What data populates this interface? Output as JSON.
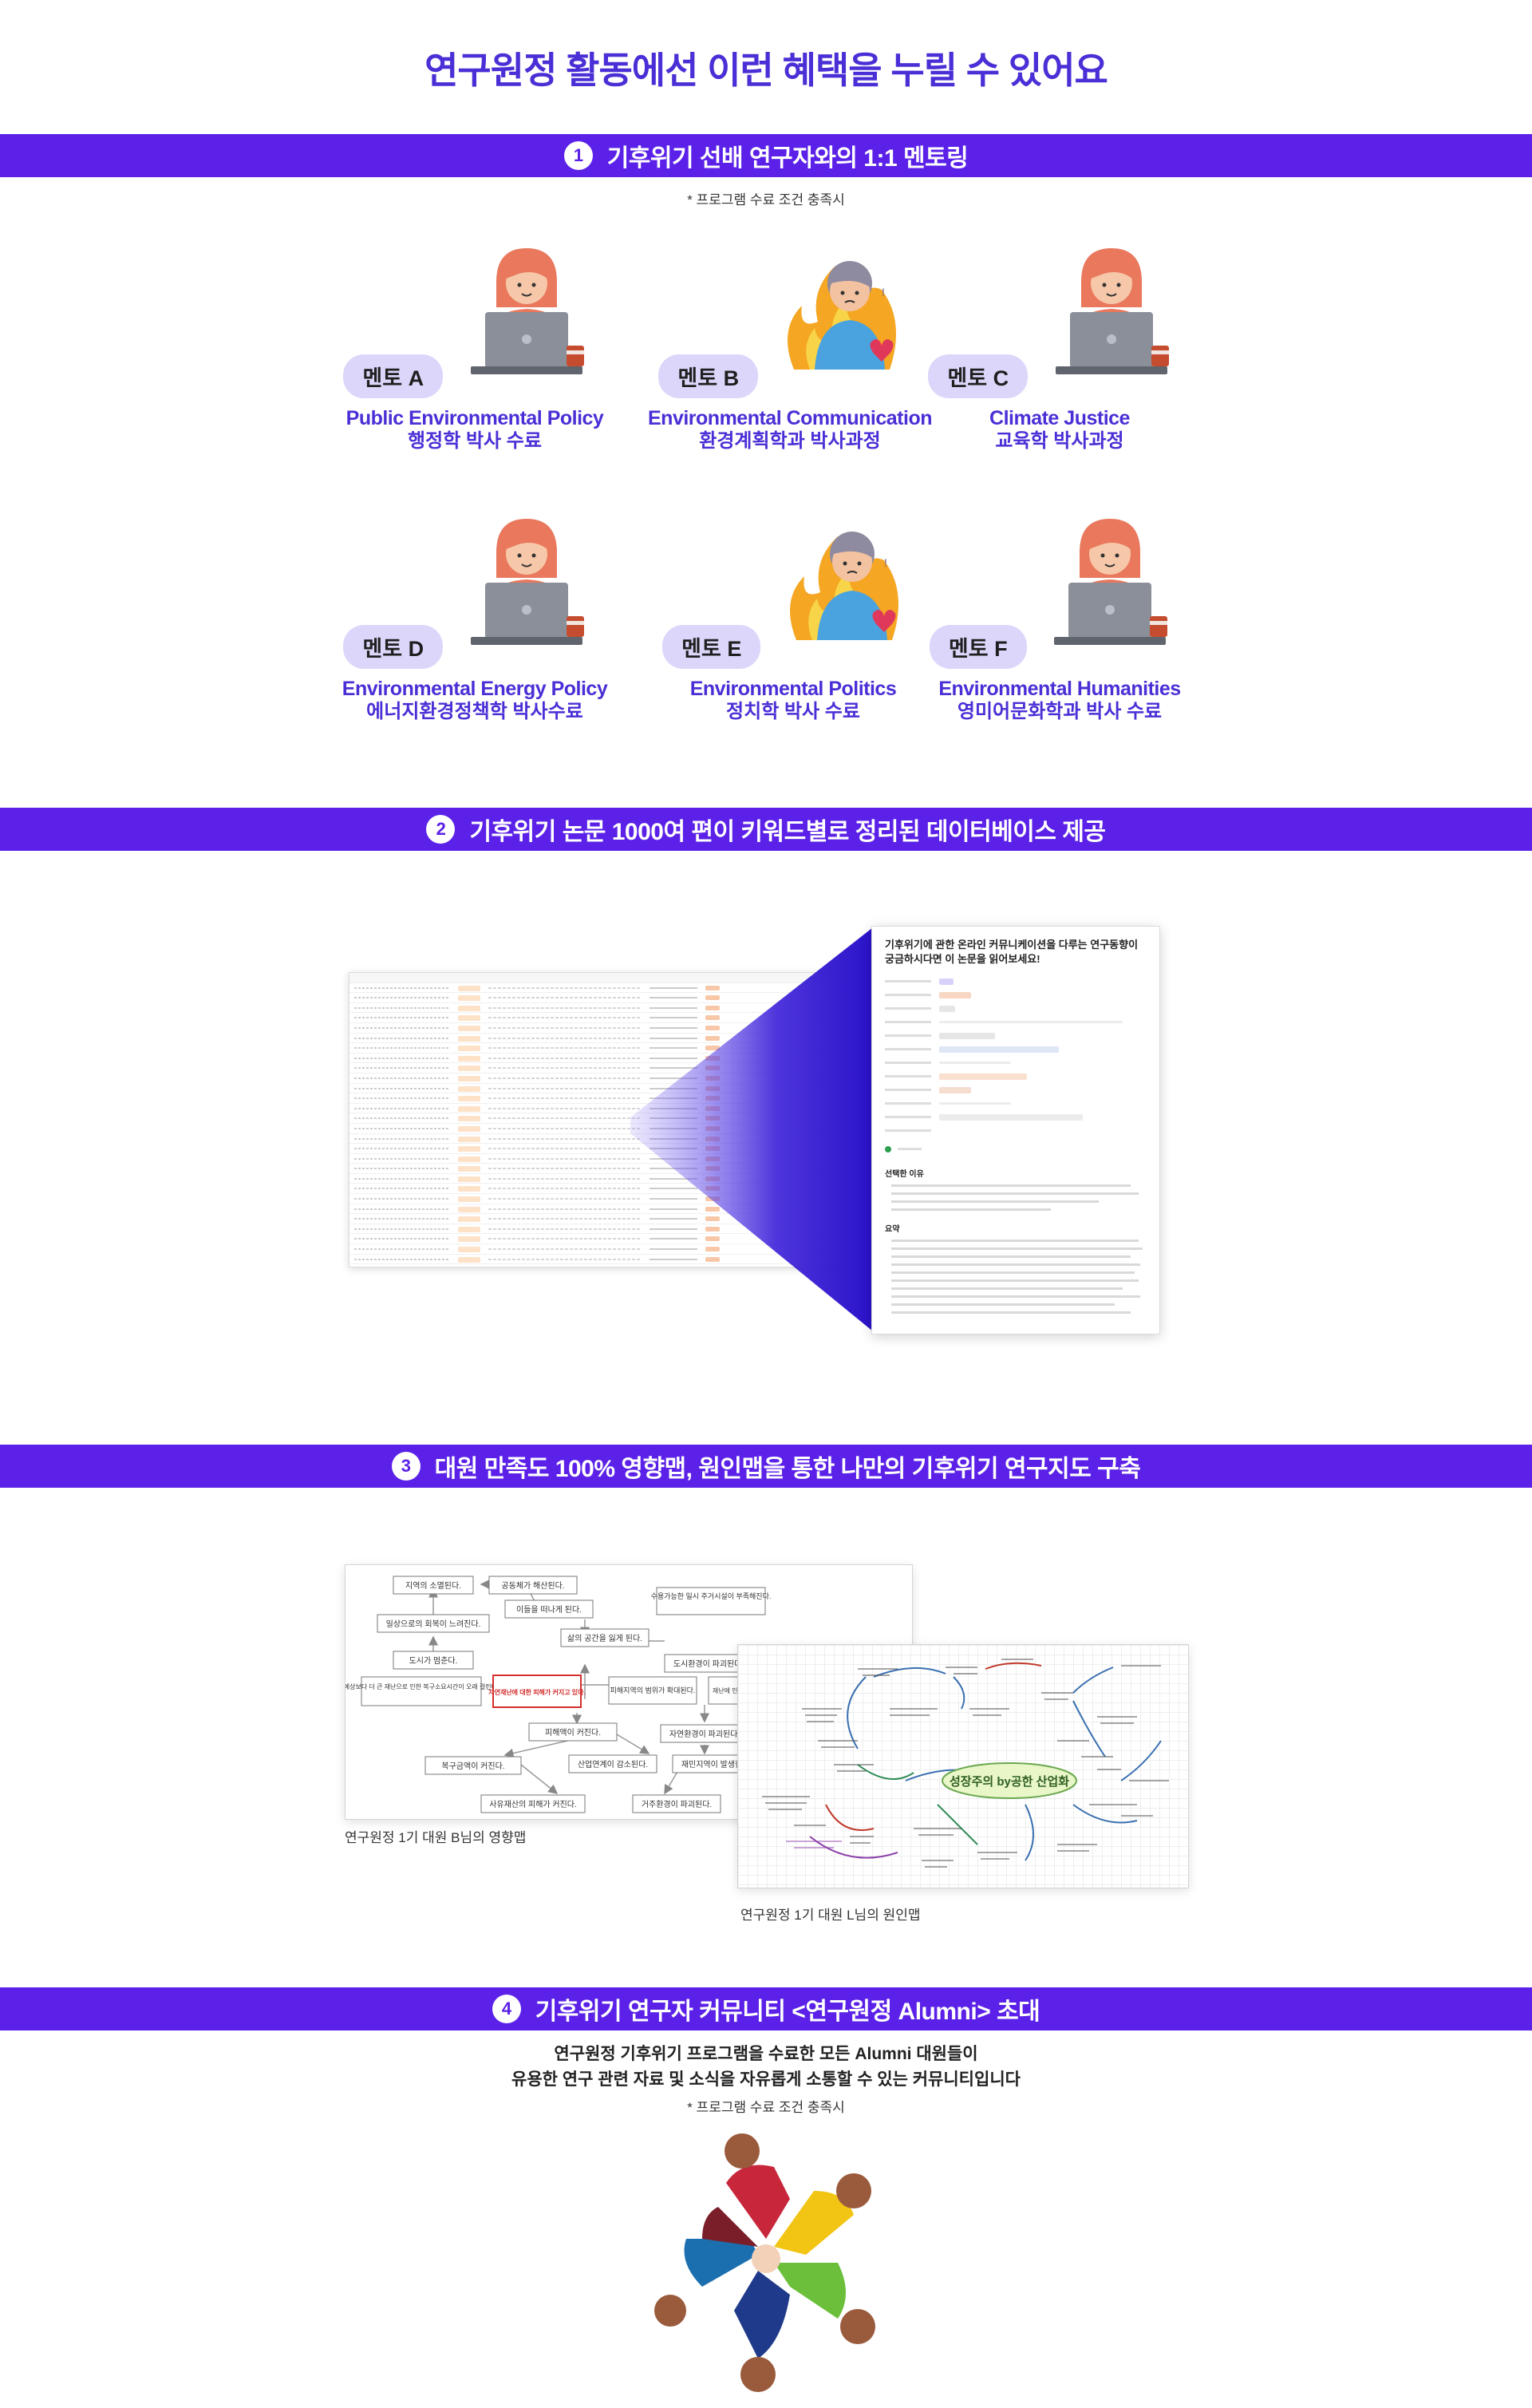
{
  "page": {
    "title": "연구원정 활동에선 이런 혜택을 누릴 수 있어요"
  },
  "sections": {
    "mentoring": {
      "number": "1",
      "title": "기후위기 선배 연구자와의 1:1 멘토링",
      "note": "* 프로그램 수료 조건 충족시",
      "mentors": [
        {
          "label": "멘토 A",
          "field": "Public Environmental Policy",
          "degree": "행정학 박사 수료",
          "icon": "laptop-woman-icon"
        },
        {
          "label": "멘토 B",
          "field": "Environmental Communication",
          "degree": "환경계획학과 박사과정",
          "icon": "burnout-man-icon"
        },
        {
          "label": "멘토 C",
          "field": "Climate Justice",
          "degree": "교육학 박사과정",
          "icon": "laptop-woman-icon"
        },
        {
          "label": "멘토 D",
          "field": "Environmental Energy Policy",
          "degree": "에너지환경정책학 박사수료",
          "icon": "laptop-woman-icon"
        },
        {
          "label": "멘토 E",
          "field": "Environmental Politics",
          "degree": "정치학 박사 수료",
          "icon": "burnout-man-icon"
        },
        {
          "label": "멘토 F",
          "field": "Environmental Humanities",
          "degree": "영미어문화학과 박사 수료",
          "icon": "laptop-woman-icon"
        }
      ]
    },
    "database": {
      "number": "2",
      "title": "기후위기 논문 1000여 편이 키워드별로 정리된 데이터베이스 제공",
      "card_title": "기후위기에 관한 온라인 커뮤니케이션을 다루는 연구동향이 궁금하시다면 이 논문을 읽어보세요!",
      "card_section_reason": "선택한 이유",
      "card_section_summary": "요약"
    },
    "maps": {
      "number": "3",
      "title": "대원 만족도 100% 영향맵, 원인맵을 통한 나만의 기후위기 연구지도 구축",
      "influence_caption": "연구원정 1기 대원 B님의 영향맵",
      "cause_caption": "연구원정 1기 대원 L님의 원인맵",
      "influence_nodes": {
        "n1": "지역의 소멸된다.",
        "n2": "공동체가 해산된다.",
        "n3": "이들을 떠나게 된다.",
        "n4": "수용가능한 일시 주거시설이 부족해진다.",
        "n5": "일상으로의 회복이 느려진다.",
        "n6": "삶의 공간을 잃게 된다.",
        "n7": "도시가 멈춘다.",
        "n8": "도시환경이 파괴된다.",
        "n9": "예상보다 더 큰 재난으로 인한 복구소요시간이 오래 걸린다.",
        "n10": "자연재난에 대한 피해가 커지고 있다.",
        "n11": "피해지역의 범위가 확대된다.",
        "n12": "재난에 인한 확실해진다.",
        "n13": "피해액이 커진다.",
        "n14": "자연환경이 파괴된다.",
        "n15": "복구금액이 커진다.",
        "n16": "산업연계이 감소된다.",
        "n17": "재민지역이 발생한다.",
        "n18": "사유재산의 피해가 커진다.",
        "n19": "거주환경이 파괴된다."
      },
      "cause_center": "성장주의 by공한 산업화"
    },
    "community": {
      "number": "4",
      "title": "기후위기 연구자 커뮤니티 <연구원정 Alumni> 초대",
      "line1": "연구원정 기후위기 프로그램을 수료한 모든 Alumni 대원들이",
      "line2": "유용한 연구 관련 자료 및 소식을 자유롭게 소통할 수 있는 커뮤니티입니다",
      "note": "* 프로그램 수료 조건 충족시",
      "icon": "community-circle-icon"
    }
  },
  "colors": {
    "accent": "#5b21e8",
    "title": "#4a2fd6",
    "pill": "#ddd6fb"
  }
}
